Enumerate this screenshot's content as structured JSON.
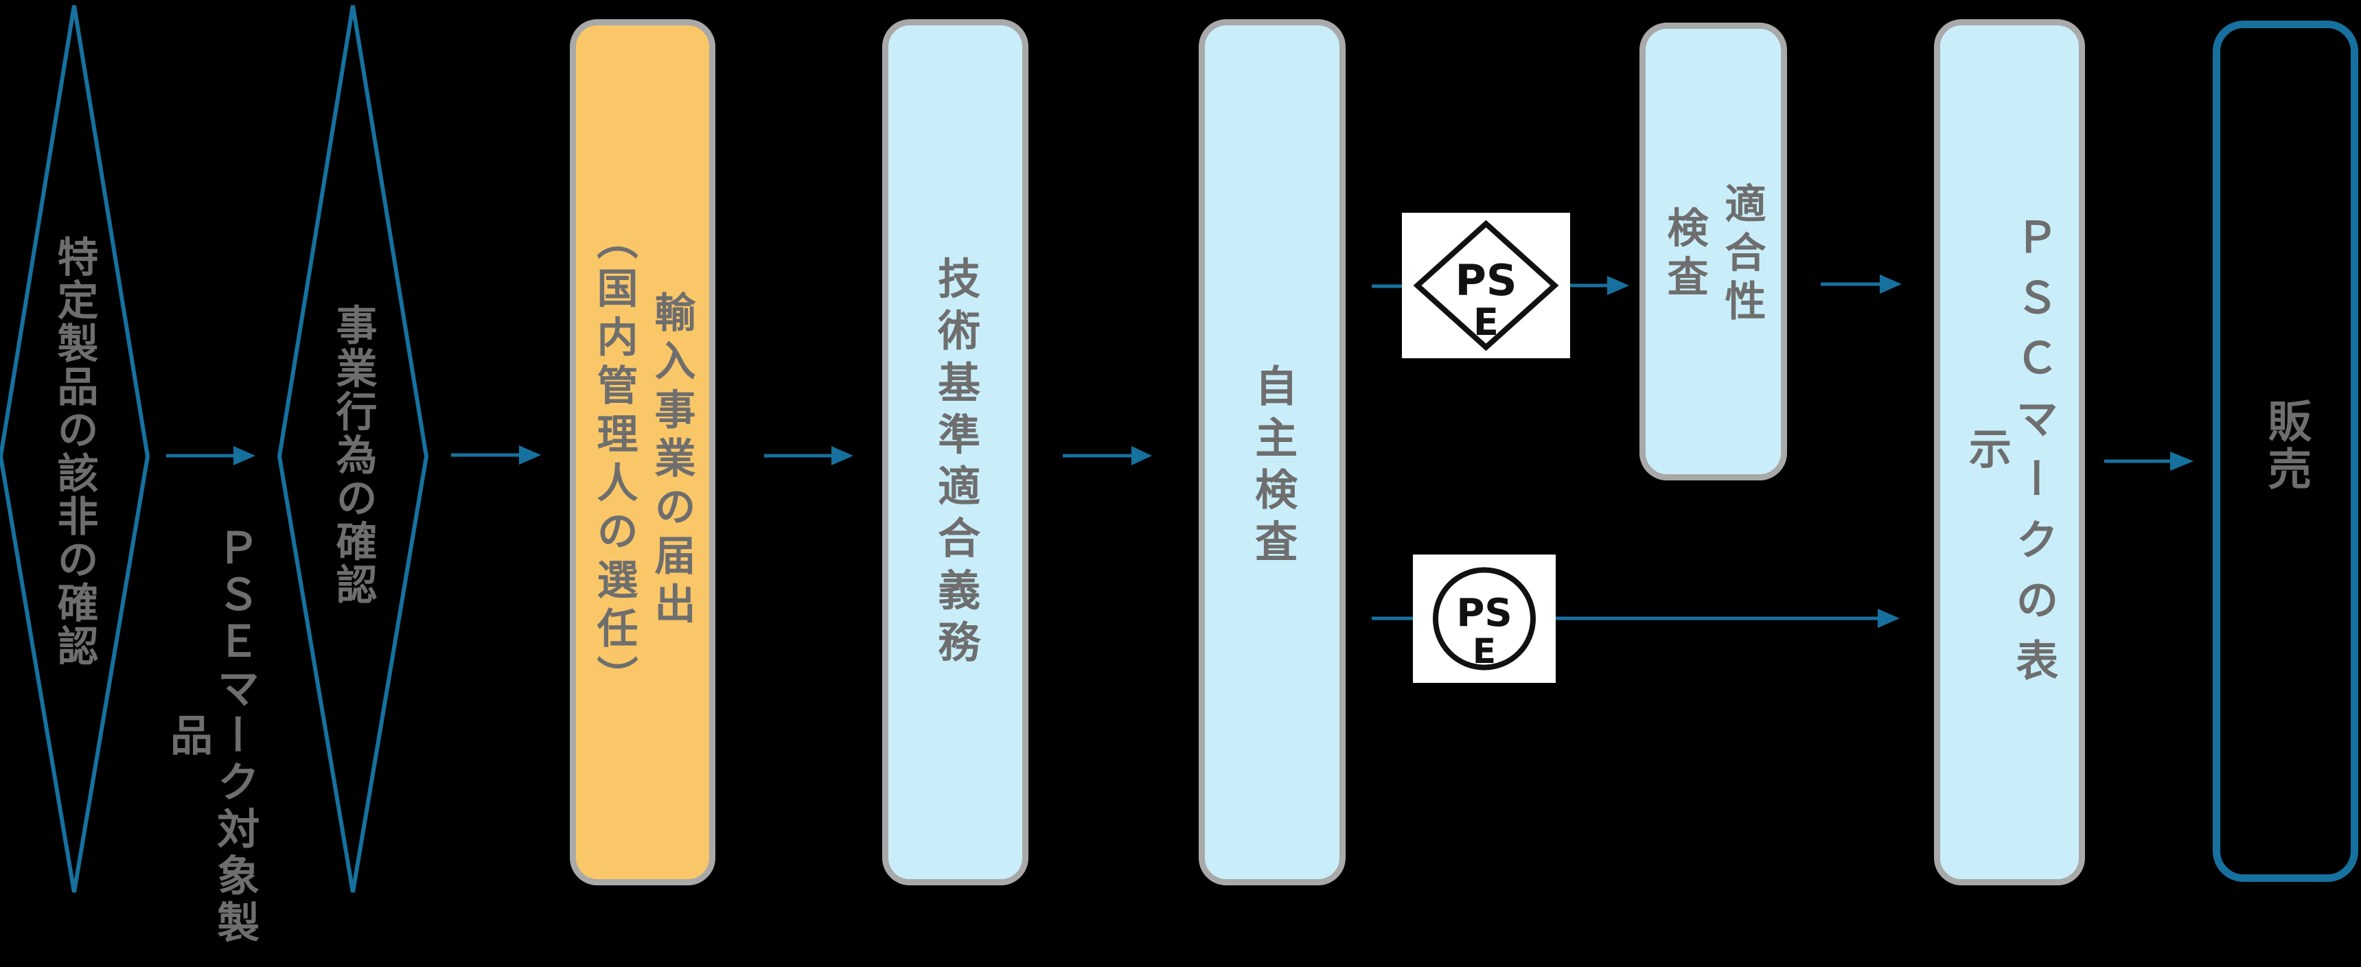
{
  "flow": {
    "specified_product_check": "特定製品の該非の確認",
    "pse_target_note": "ＰＳＥマーク対象製品",
    "business_activity_check": "事業行為の確認",
    "import_business_notification": "輸入事業の届出\n（国内管理人の選任）",
    "technical_standard_obligation": "技術基準適合義務",
    "self_inspection": "自主検査",
    "conformity_inspection": "適合性\n検査",
    "psc_mark_display": "ＰＳＣマークの表示",
    "sale": "販売"
  },
  "marks": {
    "diamond_pse": {
      "line1": "PS",
      "line2": "E"
    },
    "circle_pse": {
      "line1": "PS",
      "line2": "E"
    }
  },
  "colors": {
    "background": "#000000",
    "accent_teal": "#16719f",
    "box_border_gray": "#a9a9a9",
    "box_fill_lightblue": "#c9eefa",
    "box_fill_orange": "#fac768",
    "text_gray": "#6e6e6e",
    "mark_black": "#111111",
    "mark_background": "#ffffff"
  }
}
